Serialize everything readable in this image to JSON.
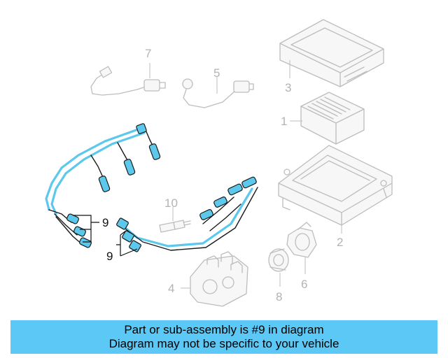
{
  "callouts": {
    "c1": "1",
    "c2": "2",
    "c3": "3",
    "c4": "4",
    "c5": "5",
    "c6": "6",
    "c7": "7",
    "c8": "8",
    "c9a": "9",
    "c9b": "9",
    "c10": "10"
  },
  "highlight_color": "#5bc8f5",
  "banner": {
    "line1": "Part or sub-assembly is #9 in diagram",
    "line2": "Diagram may not be specific to your vehicle"
  }
}
